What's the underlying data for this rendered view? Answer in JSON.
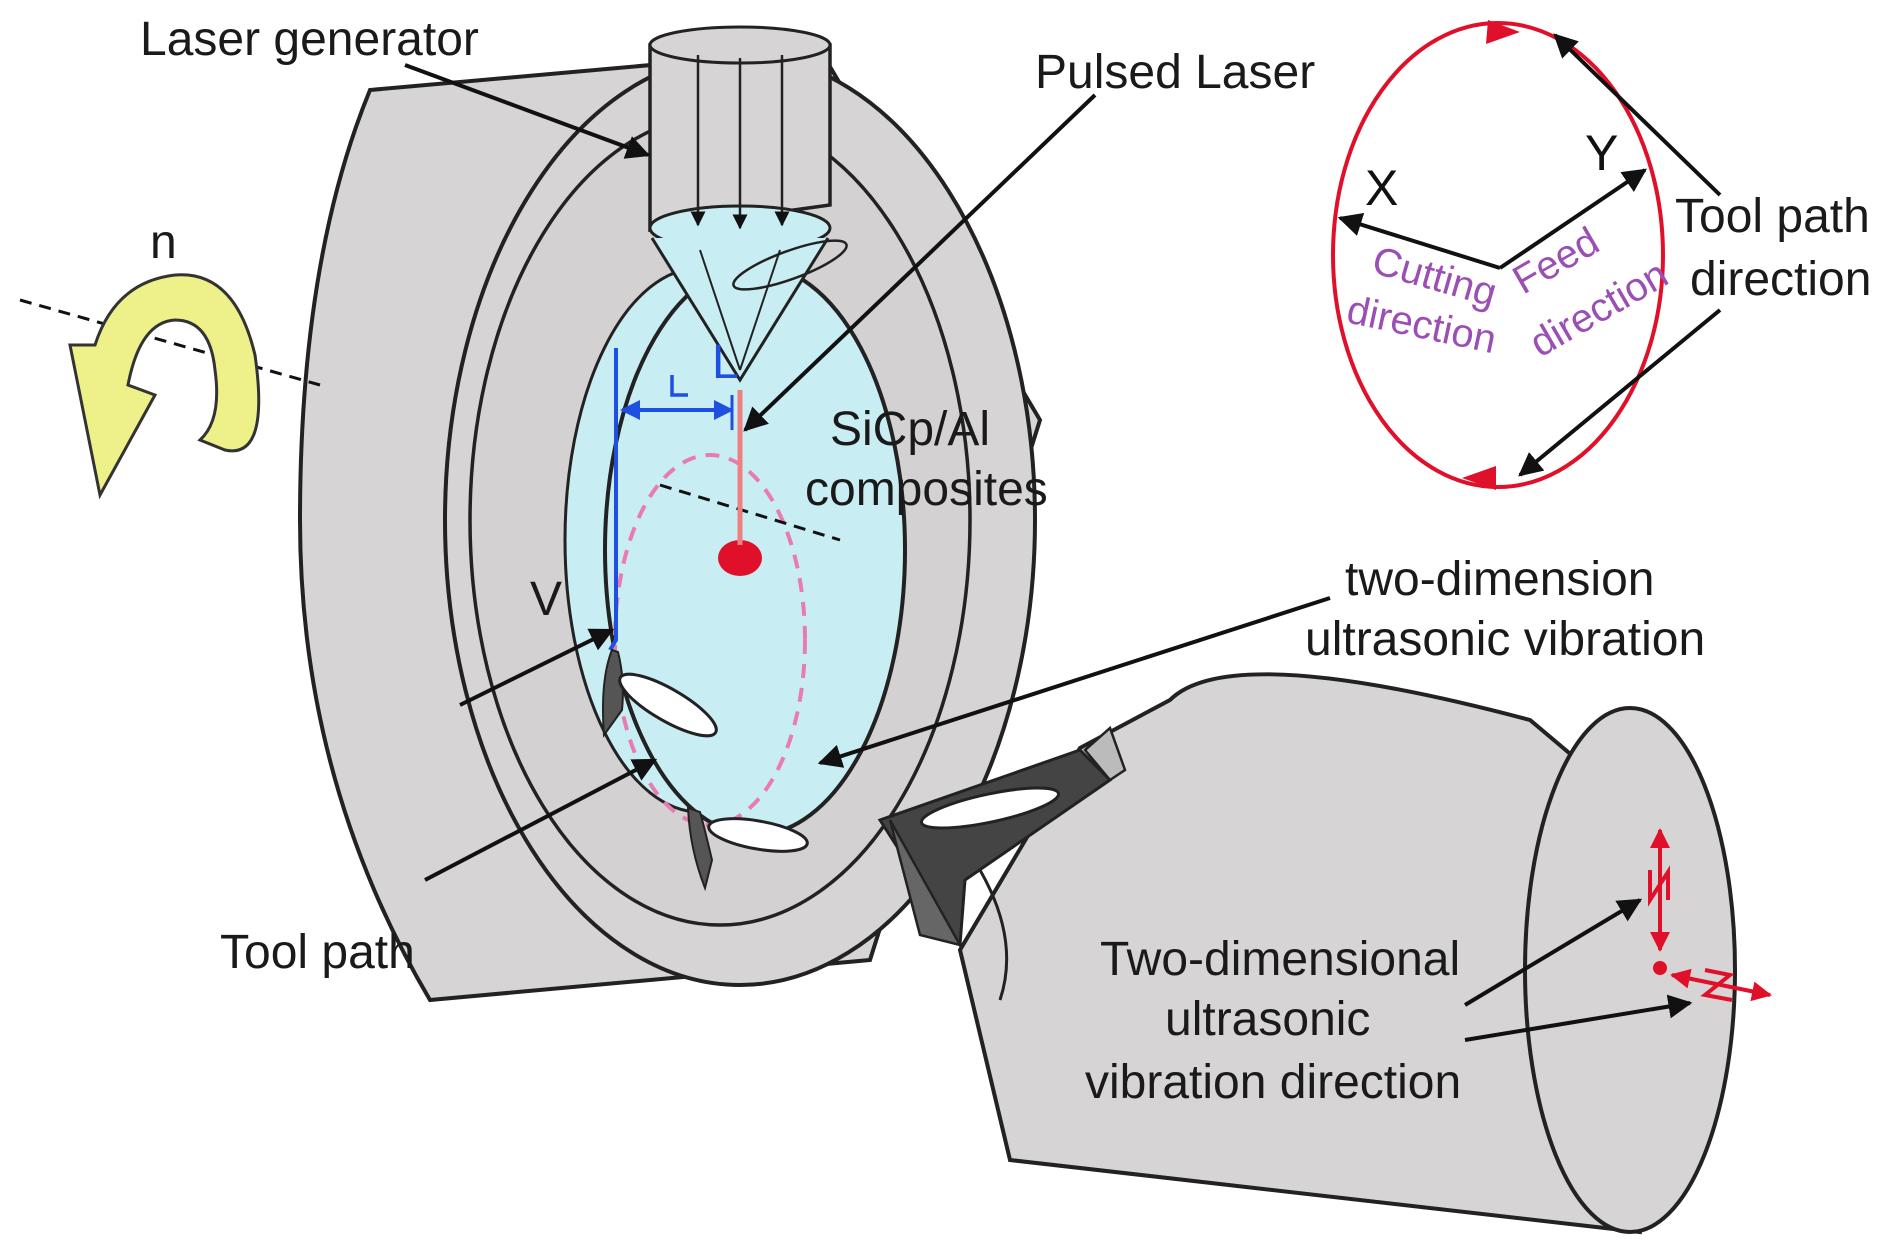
{
  "labels": {
    "laser_generator": "Laser generator",
    "pulsed_laser": "Pulsed Laser",
    "n": "n",
    "L": "L",
    "V": "V",
    "material_line1": "SiCp/Al",
    "material_line2": "composites",
    "two_dim_line1": "two-dimension",
    "two_dim_line2": "ultrasonic vibration",
    "tool_path": "Tool path",
    "vib_dir_line1": "Two-dimensional",
    "vib_dir_line2": "ultrasonic",
    "vib_dir_line3": "vibration direction",
    "tool_path_dir_line1": "Tool path",
    "tool_path_dir_line2": "direction",
    "axis_x": "X",
    "axis_y": "Y",
    "cutting_line1": "Cutting",
    "cutting_line2": "direction",
    "feed_line1": "Feed",
    "feed_line2": "direction"
  },
  "colors": {
    "gray_body": "#d6d4d4",
    "gray_dark": "#555555",
    "workpiece": "#c8eef3",
    "ellipse_red": "#e0102a",
    "laser_beam": "#f08080",
    "tool_path_dashed": "#e87cb0",
    "dimension_blue": "#1f4fe0",
    "rotation_arrow": "#eef08a",
    "text_purple": "#9b4fb5"
  }
}
